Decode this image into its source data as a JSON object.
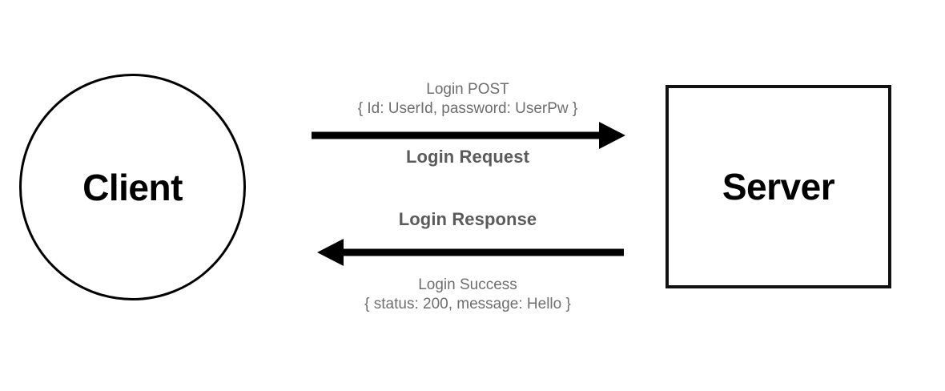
{
  "diagram": {
    "type": "client-server-sequence",
    "background_color": "#ffffff",
    "nodes": {
      "client": {
        "label": "Client",
        "shape": "circle",
        "stroke_color": "#000000",
        "text_color": "#000000"
      },
      "server": {
        "label": "Server",
        "shape": "square",
        "stroke_color": "#111111",
        "text_color": "#000000"
      }
    },
    "edges": {
      "request": {
        "direction": "client-to-server",
        "title": "Login Request",
        "payload_line_1": "Login POST",
        "payload_line_2": "{ Id: UserId, password: UserPw }",
        "arrow_color": "#000000",
        "title_color": "#5b5b5b",
        "payload_color": "#6e6e6e"
      },
      "response": {
        "direction": "server-to-client",
        "title": "Login Response",
        "payload_line_1": "Login Success",
        "payload_line_2": "{ status: 200, message: Hello }",
        "arrow_color": "#000000",
        "title_color": "#5b5b5b",
        "payload_color": "#6e6e6e"
      }
    }
  }
}
